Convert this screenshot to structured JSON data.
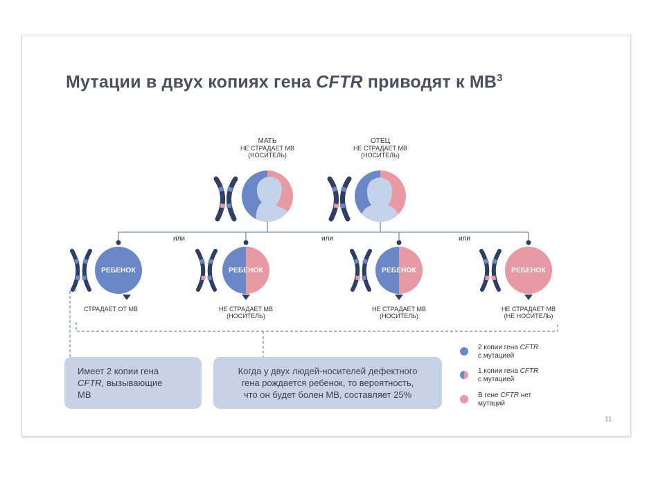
{
  "slide": {
    "title_part1": "Мутации в двух копиях гена ",
    "title_gene": "CFTR",
    "title_part2": " приводят к МВ",
    "title_sup": "3",
    "page_number": "11"
  },
  "parents": {
    "mother": {
      "label": "МАТЬ",
      "status": "НЕ СТРАДАЕТ МВ",
      "carrier": "(НОСИТЕЛЬ)"
    },
    "father": {
      "label": "ОТЕЦ",
      "status": "НЕ СТРАДАЕТ МВ",
      "carrier": "(НОСИТЕЛЬ)"
    }
  },
  "or_label": "или",
  "children": [
    {
      "label": "РЕБЕНОК",
      "status_line1": "СТРАДАЕТ ОТ МВ",
      "status_line2": "",
      "type": "two-mutations"
    },
    {
      "label": "РЕБЕНОК",
      "status_line1": "НЕ СТРАДАЕТ МВ",
      "status_line2": "(НОСИТЕЛЬ)",
      "type": "one-mutation"
    },
    {
      "label": "РЕБЕНОК",
      "status_line1": "НЕ СТРАДАЕТ МВ",
      "status_line2": "(НОСИТЕЛЬ)",
      "type": "one-mutation"
    },
    {
      "label": "РЕБЕНОК",
      "status_line1": "НЕ СТРАДАЕТ МВ",
      "status_line2": "(НЕ НОСИТЕЛЬ)",
      "type": "no-mutation"
    }
  ],
  "info_box_left": {
    "line1": "Имеет 2 копии гена",
    "gene": "CFTR",
    "line2_rest": ", вызывающие",
    "line3": "МВ"
  },
  "info_box_center": {
    "line1": "Когда у двух людей-носителей дефектного",
    "line2": "гена рождается ребенок, то вероятность,",
    "line3": "что он будет болен МВ, составляет 25%"
  },
  "legend": [
    {
      "line1_pre": "2 копии гена ",
      "gene": "CFTR",
      "line2": "с мутацией"
    },
    {
      "line1_pre": "1 копии гена ",
      "gene": "CFTR",
      "line2": "с мутацией"
    },
    {
      "line1_pre": "В гене ",
      "gene": "CFTR",
      "line1_post": " нет",
      "line2": "мутаций"
    }
  ],
  "colors": {
    "blue": "#6a88c8",
    "pink": "#e79aa3",
    "light": "#c4d3ea",
    "dark": "#2f3f63",
    "line": "#7a8aa5"
  }
}
